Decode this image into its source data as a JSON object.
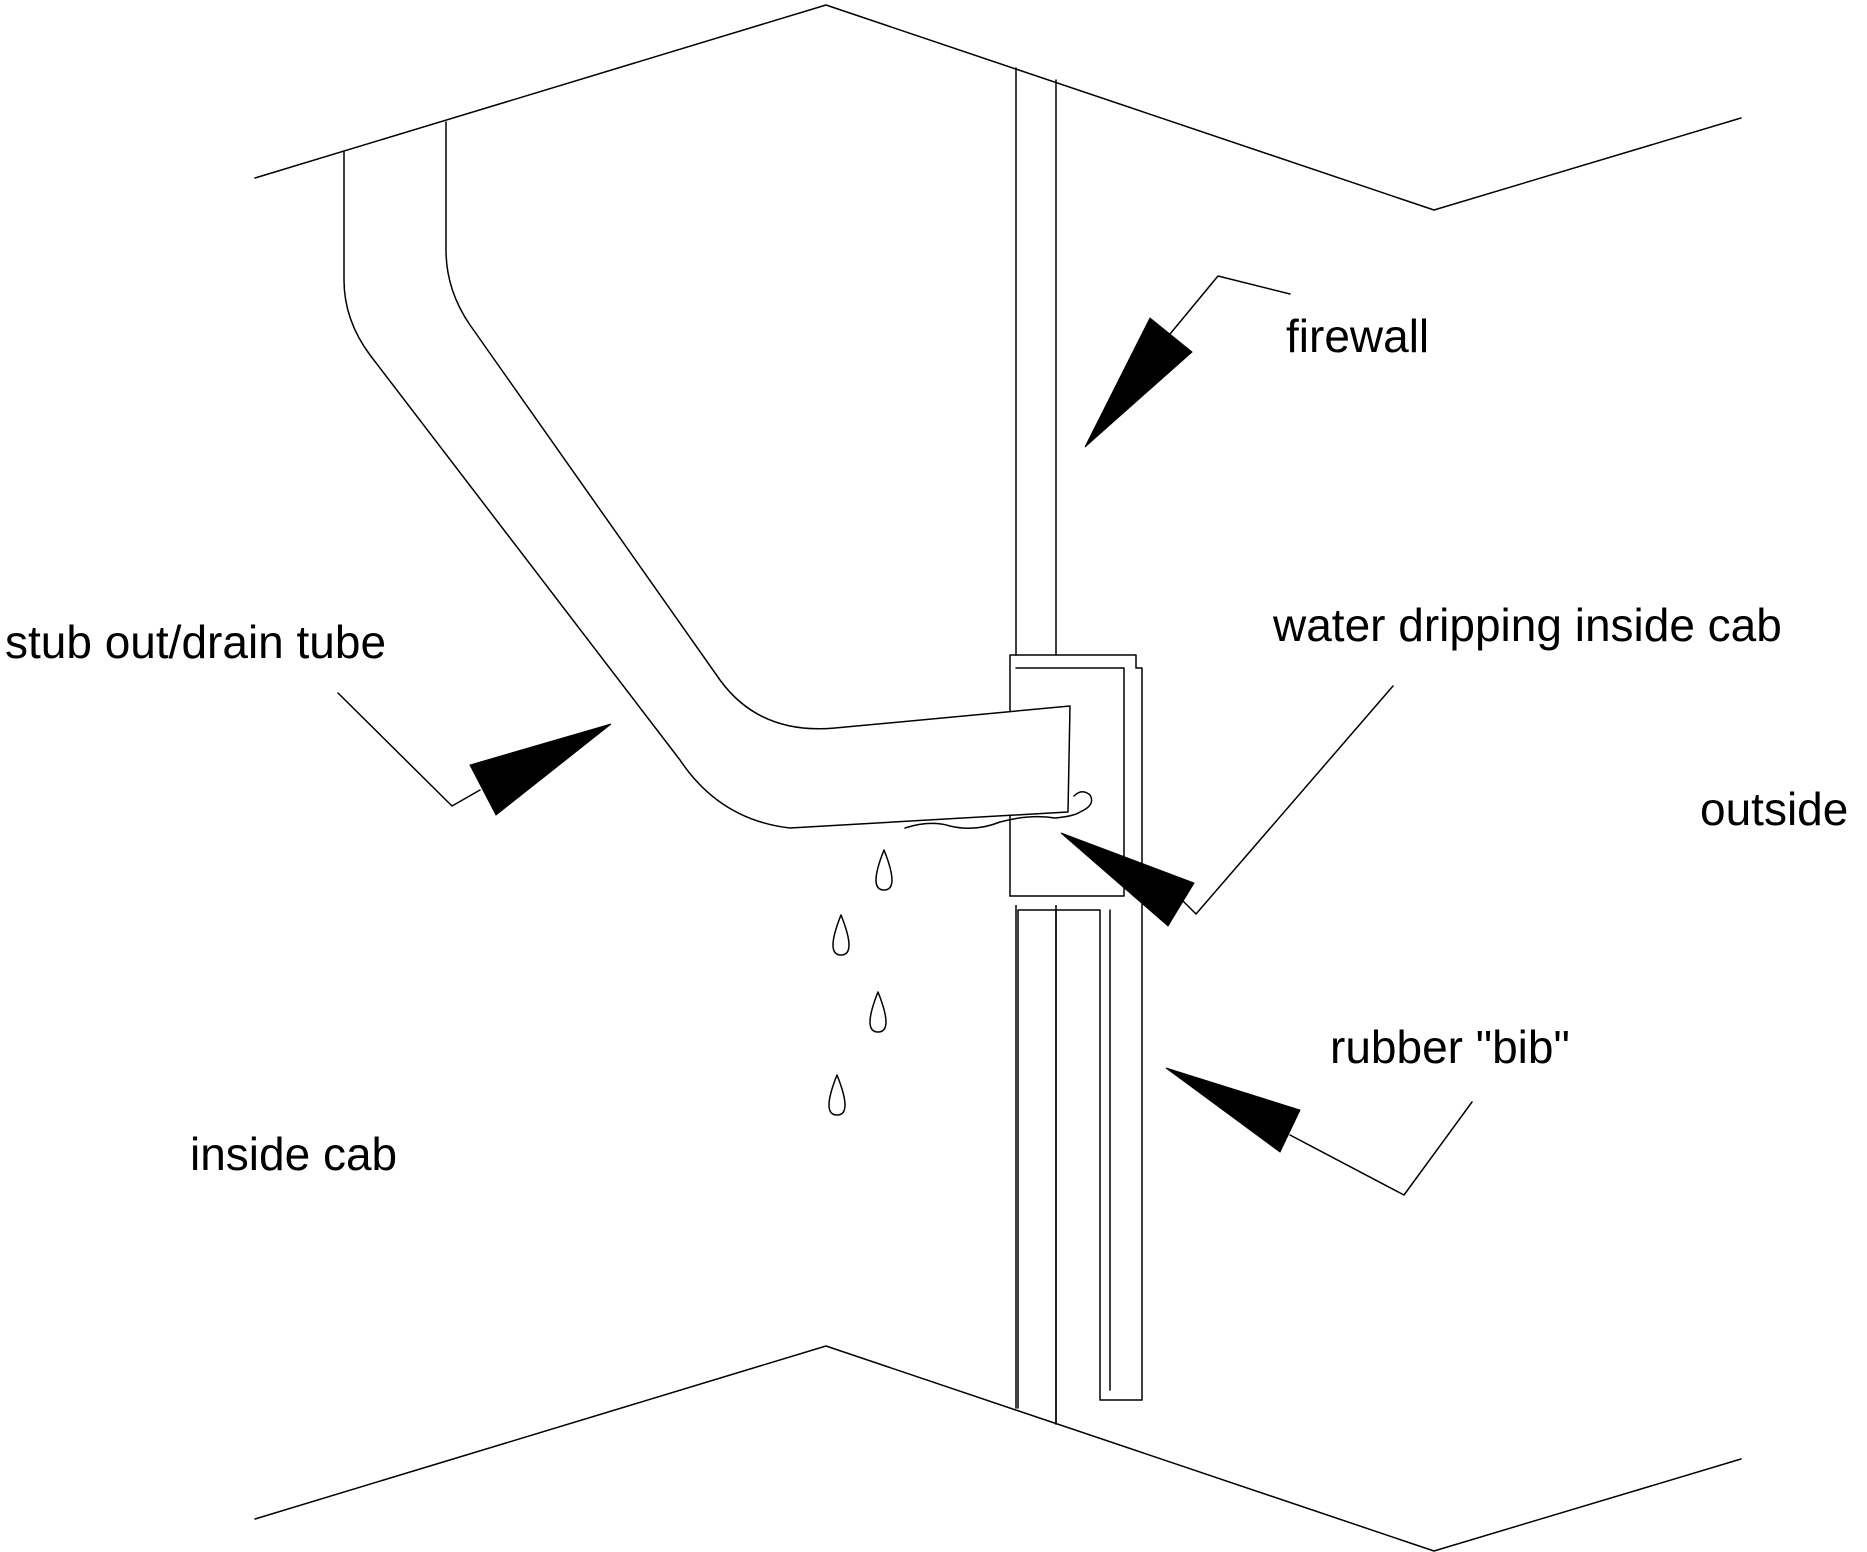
{
  "labels": {
    "firewall": "firewall",
    "stub_out_drain_tube": "stub out/drain tube",
    "water_dripping": "water dripping inside cab",
    "outside": "outside",
    "rubber_bib": "rubber \"bib\"",
    "inside_cab": "inside cab"
  },
  "colors": {
    "line": "#000000",
    "background": "#ffffff"
  }
}
